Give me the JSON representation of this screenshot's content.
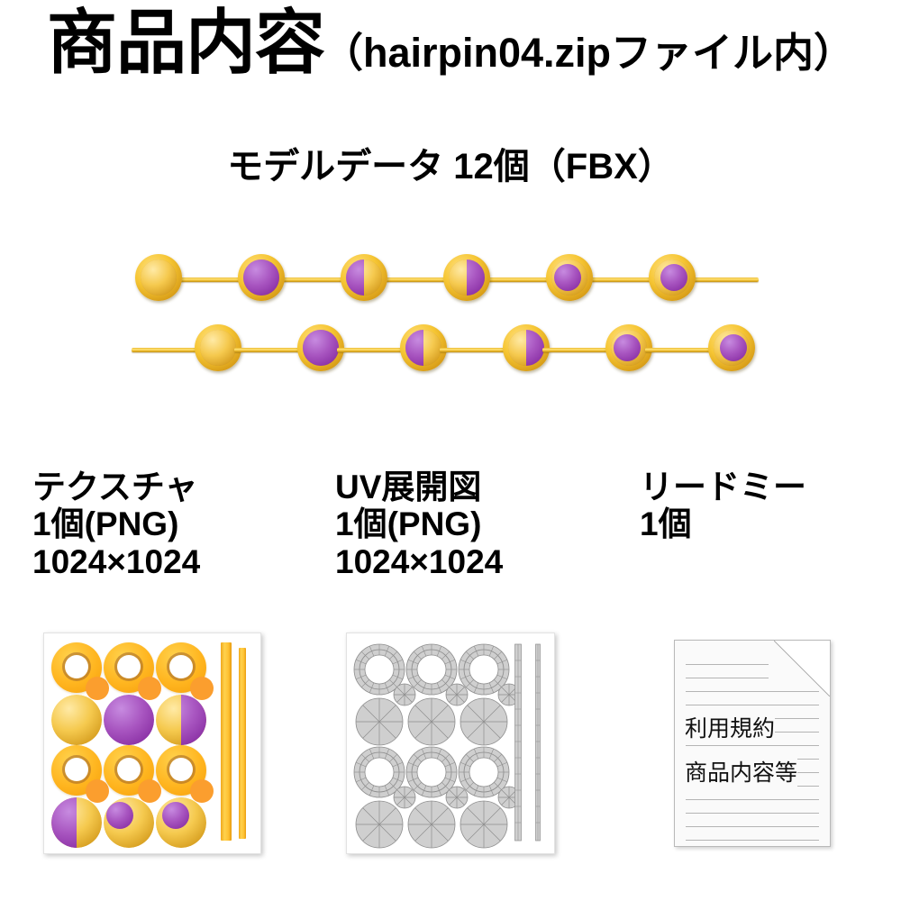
{
  "header": {
    "title": "商品内容",
    "title_suffix": "（hairpin04.zipファイル内）",
    "subtitle": "モデルデータ 12個（FBX）"
  },
  "models": {
    "count": 12,
    "rows": [
      {
        "direction": "right",
        "pins": [
          {
            "name": "hairpin-gold-full",
            "pattern": "gold"
          },
          {
            "name": "hairpin-purple-full",
            "pattern": "purple"
          },
          {
            "name": "hairpin-half-purple-left",
            "pattern": "half-purple-left"
          },
          {
            "name": "hairpin-half-gold-left",
            "pattern": "half-gold-left"
          },
          {
            "name": "hairpin-purple-dot-a",
            "pattern": "purple-dot-a"
          },
          {
            "name": "hairpin-purple-dot-b",
            "pattern": "purple-dot-b"
          }
        ]
      },
      {
        "direction": "left",
        "pins": [
          {
            "name": "hairpin-gold-full",
            "pattern": "gold"
          },
          {
            "name": "hairpin-purple-full",
            "pattern": "purple"
          },
          {
            "name": "hairpin-half-purple-left",
            "pattern": "half-purple-left"
          },
          {
            "name": "hairpin-half-gold-left",
            "pattern": "half-gold-left"
          },
          {
            "name": "hairpin-purple-dot-a",
            "pattern": "purple-dot-a"
          },
          {
            "name": "hairpin-purple-dot-b",
            "pattern": "purple-dot-b"
          }
        ]
      }
    ]
  },
  "assets": {
    "texture": {
      "caption_lines": [
        "テクスチャ",
        "1個(PNG)",
        "1024×1024"
      ],
      "resolution": "1024×1024",
      "format": "PNG",
      "count": "1個"
    },
    "uv": {
      "caption_lines": [
        "UV展開図",
        "1個(PNG)",
        "1024×1024"
      ],
      "resolution": "1024×1024",
      "format": "PNG",
      "count": "1個"
    },
    "readme": {
      "caption_lines": [
        "リードミー",
        "1個"
      ],
      "count": "1個",
      "doc_texts": [
        "利用規約",
        "商品内容等"
      ]
    }
  },
  "colors": {
    "gold": "#ffc233",
    "gold_dark": "#d79c17",
    "purple": "#a855c0",
    "orange_dot": "#fb9e2e",
    "background": "#ffffff",
    "text": "#000000",
    "uv_gray": "#cfcfcf"
  }
}
